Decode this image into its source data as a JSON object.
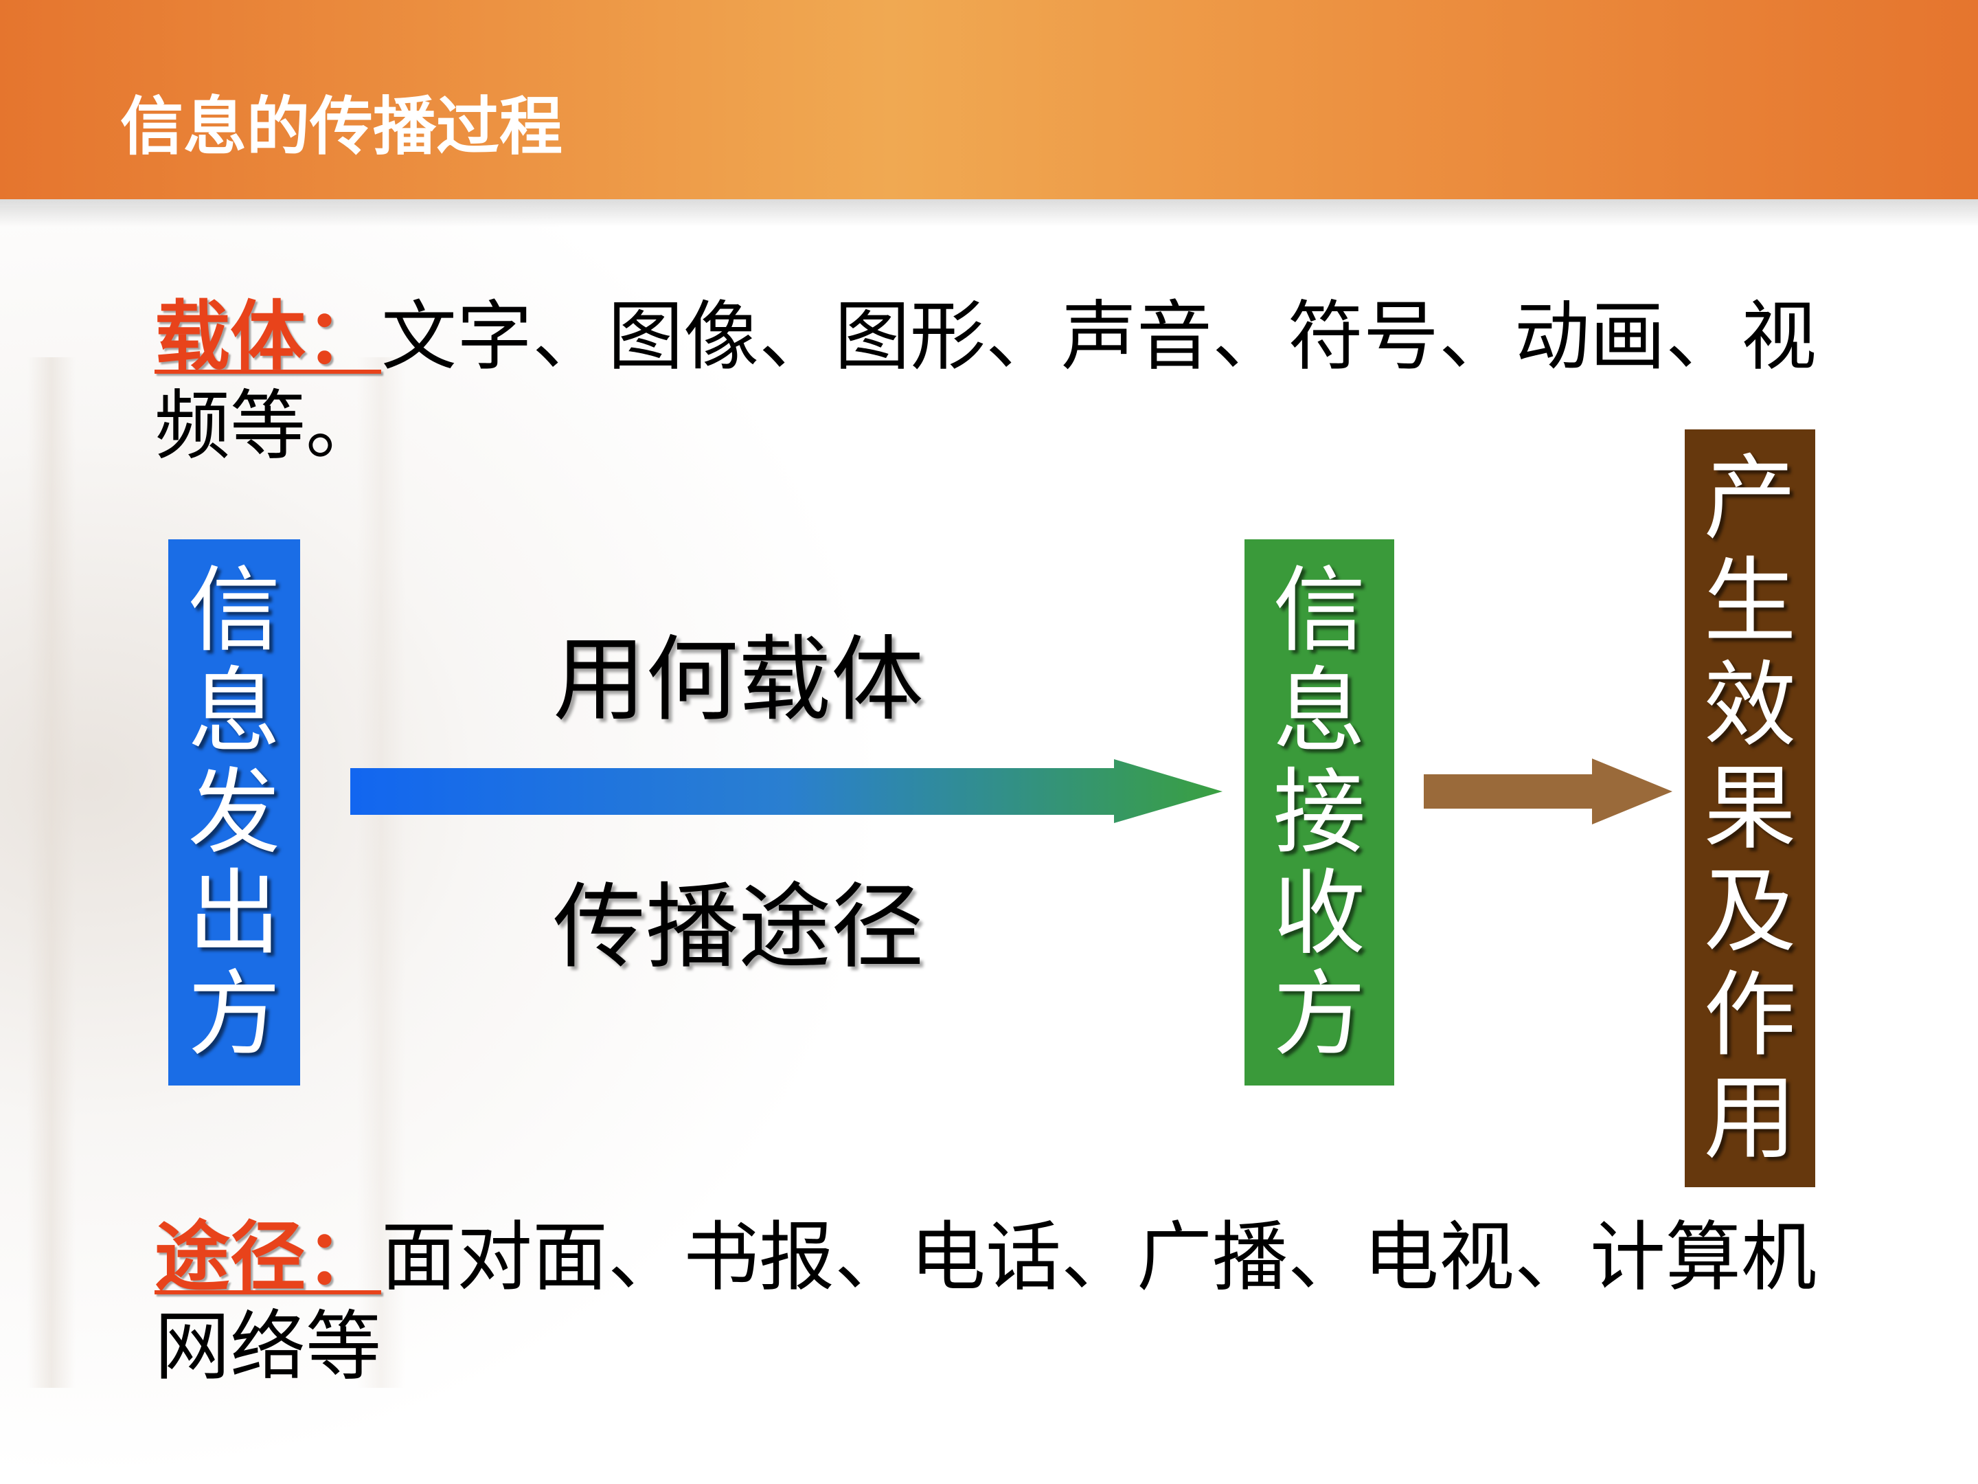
{
  "title": "信息的传播过程",
  "carrier": {
    "key": "载体：",
    "text": "文字、图像、图形、声音、符号、动画、视频等。"
  },
  "channel": {
    "key": "途径：",
    "text": "面对面、书报、电话、广播、电视、计算机网络等"
  },
  "nodes": {
    "sender": [
      "信",
      "息",
      "发",
      "出",
      "方"
    ],
    "receiver": [
      "信",
      "息",
      "接",
      "收",
      "方"
    ],
    "effect": [
      "产",
      "生",
      "效",
      "果",
      "及",
      "作",
      "用"
    ]
  },
  "arrow_labels": {
    "top": "用何载体",
    "bottom": "传播途径"
  },
  "colors": {
    "header": "#ec9242",
    "key_text": "#e8431b",
    "sender_box": "#1a6de6",
    "receiver_box": "#3a9a3a",
    "effect_box": "#66380d",
    "effect_arrow": "#9a6a3a"
  }
}
